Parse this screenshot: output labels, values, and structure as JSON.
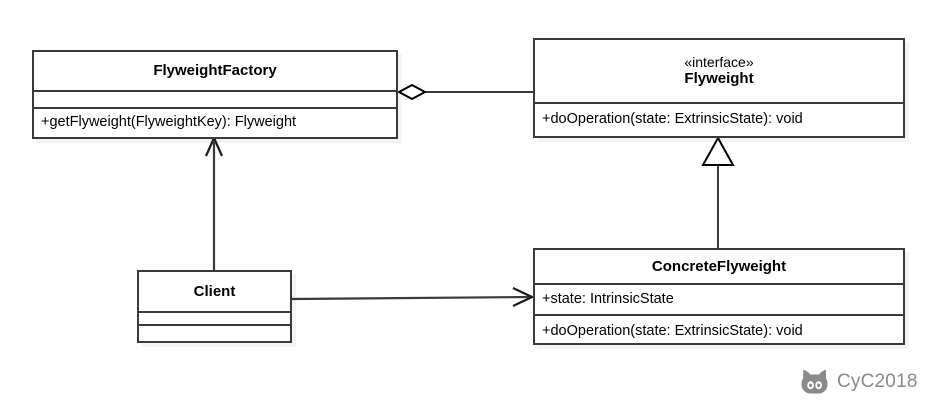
{
  "diagram": {
    "kind": "uml-class-diagram",
    "pattern": "Flyweight",
    "background": "#ffffff",
    "line_color": "#3a3a3c",
    "text_color": "#000000"
  },
  "classes": {
    "flyweight_factory": {
      "name": "FlyweightFactory",
      "attributes": [
        ""
      ],
      "methods": [
        "+getFlyweight(FlyweightKey): Flyweight"
      ]
    },
    "flyweight": {
      "stereotype": "«interface»",
      "name": "Flyweight",
      "methods": [
        "+doOperation(state: ExtrinsicState): void"
      ]
    },
    "concrete_flyweight": {
      "name": "ConcreteFlyweight",
      "attributes": [
        "+state: IntrinsicState"
      ],
      "methods": [
        "+doOperation(state: ExtrinsicState): void"
      ]
    },
    "client": {
      "name": "Client",
      "attributes": [
        ""
      ],
      "methods": [
        ""
      ]
    }
  },
  "relationships": [
    {
      "id": "factory-aggregates-flyweight",
      "type": "aggregation",
      "from": "FlyweightFactory",
      "to": "Flyweight",
      "marker": "hollow-diamond"
    },
    {
      "id": "concrete-realizes-flyweight",
      "type": "generalization",
      "from": "ConcreteFlyweight",
      "to": "Flyweight",
      "marker": "hollow-triangle"
    },
    {
      "id": "client-uses-factory",
      "type": "association",
      "from": "Client",
      "to": "FlyweightFactory",
      "marker": "open-arrow"
    },
    {
      "id": "client-uses-concrete-flyweight",
      "type": "association",
      "from": "Client",
      "to": "ConcreteFlyweight",
      "marker": "open-arrow"
    }
  ],
  "watermark": {
    "label": "CyC2018",
    "icon": "octocat-icon",
    "color": "#8a8a8a"
  }
}
